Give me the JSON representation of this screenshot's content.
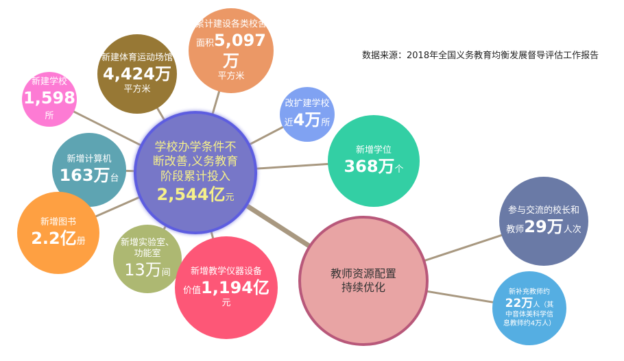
{
  "source": "数据来源：2018年全国义务教育均衡发展督导评估工作报告",
  "center": {
    "l1": "学校办学条件不",
    "l2": "断改善,义务教育",
    "l3": "阶段累计投入",
    "value": "2,544亿",
    "unit": "元"
  },
  "schools": {
    "label": "新建学校",
    "value": "1,598",
    "unit": "所"
  },
  "sports": {
    "label": "新建体育运动场馆",
    "value": "4,424万",
    "unit": "平方米"
  },
  "buildings": {
    "label": "累计建设各类校舍",
    "prefix": "面积",
    "value": "5,097万",
    "unit": "平方米"
  },
  "renovate": {
    "label": "改扩建学校",
    "prefix": "近",
    "value": "4万",
    "unit": "所"
  },
  "places": {
    "label": "新增学位",
    "value": "368万",
    "unit": "个"
  },
  "computers": {
    "label": "新增计算机",
    "value": "163万",
    "unit": "台"
  },
  "books": {
    "label": "新增图书",
    "value": "2.2亿",
    "unit": "册"
  },
  "labs": {
    "l1": "新增实验室、",
    "l2": "功能室",
    "value": "13万",
    "unit": "间"
  },
  "equipment": {
    "label": "新增教学仪器设备",
    "prefix": "价值",
    "value": "1,194亿",
    "unit": "元"
  },
  "teachers": {
    "l1": "教师资源配置",
    "l2": "持续优化"
  },
  "exchange": {
    "label": "参与交流的校长和",
    "prefix": "教师",
    "value": "29万",
    "unit": "人次"
  },
  "newteachers": {
    "label": "新补充教师约",
    "value": "22万",
    "unit": "人（其",
    "l3": "中音体美科学信",
    "l4": "息教师约4万人）"
  },
  "colors": {
    "center": "#7777c8",
    "teachers": "#e8a4a4",
    "line": "#a89880"
  }
}
